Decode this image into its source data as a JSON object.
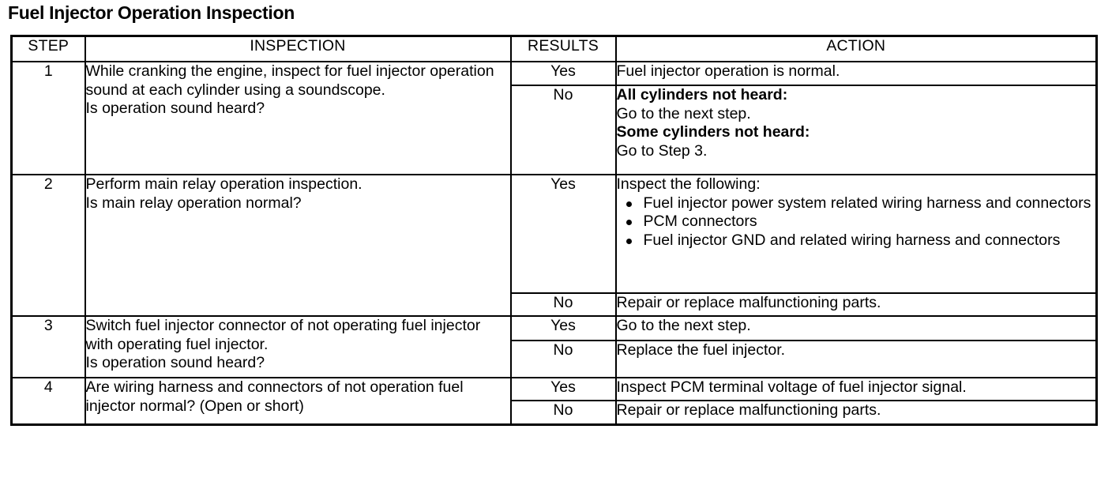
{
  "document": {
    "title": "Fuel Injector Operation Inspection"
  },
  "table": {
    "headers": {
      "step": "STEP",
      "inspection": "INSPECTION",
      "results": "RESULTS",
      "action": "ACTION"
    },
    "rows": [
      {
        "step": "1",
        "inspection_lines": [
          "While cranking the engine, inspect for fuel injector operation sound at each cylinder using a soundscope.",
          "Is operation sound heard?"
        ],
        "results": [
          {
            "result": "Yes",
            "action_lines": [
              {
                "text": "Fuel injector operation is normal.",
                "bold": false
              }
            ],
            "action_bullets": []
          },
          {
            "result": "No",
            "action_lines": [
              {
                "text": "All cylinders not heard:",
                "bold": true
              },
              {
                "text": "Go to the next step.",
                "bold": false
              },
              {
                "text": "Some cylinders not heard:",
                "bold": true
              },
              {
                "text": "Go to Step 3.",
                "bold": false
              }
            ],
            "action_bullets": []
          }
        ]
      },
      {
        "step": "2",
        "inspection_lines": [
          "Perform main relay operation inspection.",
          "Is main relay operation normal?"
        ],
        "results": [
          {
            "result": "Yes",
            "action_lines": [
              {
                "text": "Inspect the following:",
                "bold": false
              }
            ],
            "action_bullets": [
              "Fuel injector power system related wiring harness and connectors",
              "PCM connectors",
              "Fuel injector GND and related wiring harness and connectors"
            ]
          },
          {
            "result": "No",
            "action_lines": [
              {
                "text": "Repair or replace malfunctioning parts.",
                "bold": false
              }
            ],
            "action_bullets": []
          }
        ]
      },
      {
        "step": "3",
        "inspection_lines": [
          "Switch fuel injector connector of not operating fuel injector with operating fuel injector.",
          "Is operation sound heard?"
        ],
        "results": [
          {
            "result": "Yes",
            "action_lines": [
              {
                "text": "Go to the next step.",
                "bold": false
              }
            ],
            "action_bullets": []
          },
          {
            "result": "No",
            "action_lines": [
              {
                "text": "Replace the fuel injector.",
                "bold": false
              }
            ],
            "action_bullets": []
          }
        ]
      },
      {
        "step": "4",
        "inspection_lines": [
          "Are wiring harness and connectors of not operation fuel injector normal? (Open or short)"
        ],
        "results": [
          {
            "result": "Yes",
            "action_lines": [
              {
                "text": "Inspect PCM terminal voltage of fuel injector signal.",
                "bold": false
              }
            ],
            "action_bullets": []
          },
          {
            "result": "No",
            "action_lines": [
              {
                "text": "Repair or replace malfunctioning parts.",
                "bold": false
              }
            ],
            "action_bullets": []
          }
        ]
      }
    ]
  },
  "colors": {
    "text": "#000000",
    "background": "#ffffff",
    "border": "#000000"
  }
}
